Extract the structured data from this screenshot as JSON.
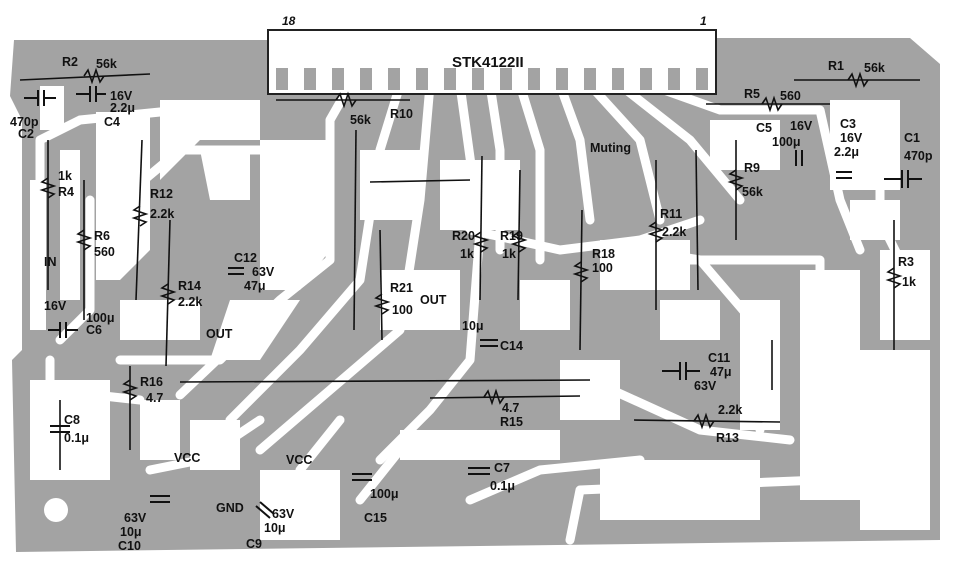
{
  "ic": {
    "part": "STK4122II",
    "pin_left": "18",
    "pin_right": "1"
  },
  "labels": {
    "r2": "R2",
    "r2_val": "56k",
    "c2": "C2",
    "c2_val": "470p",
    "c4": "C4",
    "c4_v": "16V",
    "c4_val": "2.2μ",
    "r4": "R4",
    "r4_val": "1k",
    "in": "IN",
    "r6": "R6",
    "r6_val": "560",
    "c6": "C6",
    "c6_v": "16V",
    "c6_val": "100μ",
    "r12": "R12",
    "r12_val": "2.2k",
    "r14": "R14",
    "r14_val": "2.2k",
    "c12": "C12",
    "c12_v": "63V",
    "c12_val": "47μ",
    "out_left": "OUT",
    "r16": "R16",
    "r16_val": "4.7",
    "c8": "C8",
    "c8_val": "0.1μ",
    "vcc_left": "VCC",
    "vcc_right": "VCC",
    "c10": "C10",
    "c10_v": "63V",
    "c10_val": "10μ",
    "gnd": "GND",
    "c9": "C9",
    "c9_v": "63V",
    "c9_val": "10μ",
    "r10": "R10",
    "r10_val": "56k",
    "r21": "R21",
    "r21_val": "100",
    "out_mid": "OUT",
    "c15": "C15",
    "c15_val": "100μ",
    "r20": "R20",
    "r20_val": "1k",
    "r19": "R19",
    "r19_val": "1k",
    "c14": "C14",
    "c14_val": "10μ",
    "r15": "R15",
    "r15_val": "4.7",
    "c7": "C7",
    "c7_val": "0.1μ",
    "r18": "R18",
    "r18_val": "100",
    "muting": "Muting",
    "r11": "R11",
    "r11_val": "2.2k",
    "c11": "C11",
    "c11_val": "47μ",
    "c11_v": "63V",
    "r13": "R13",
    "r13_val": "2.2k",
    "r5": "R5",
    "r5_val": "560",
    "c5": "C5",
    "c5_v": "16V",
    "c5_val": "100μ",
    "r9": "R9",
    "r9_val": "56k",
    "r1": "R1",
    "r1_val": "56k",
    "c3": "C3",
    "c3_v": "16V",
    "c3_val": "2.2μ",
    "c1": "C1",
    "c1_val": "470p",
    "r3": "R3",
    "r3_val": "1k"
  },
  "colors": {
    "copper": "#a3a3a3",
    "board": "#ffffff",
    "ink": "#111111"
  }
}
